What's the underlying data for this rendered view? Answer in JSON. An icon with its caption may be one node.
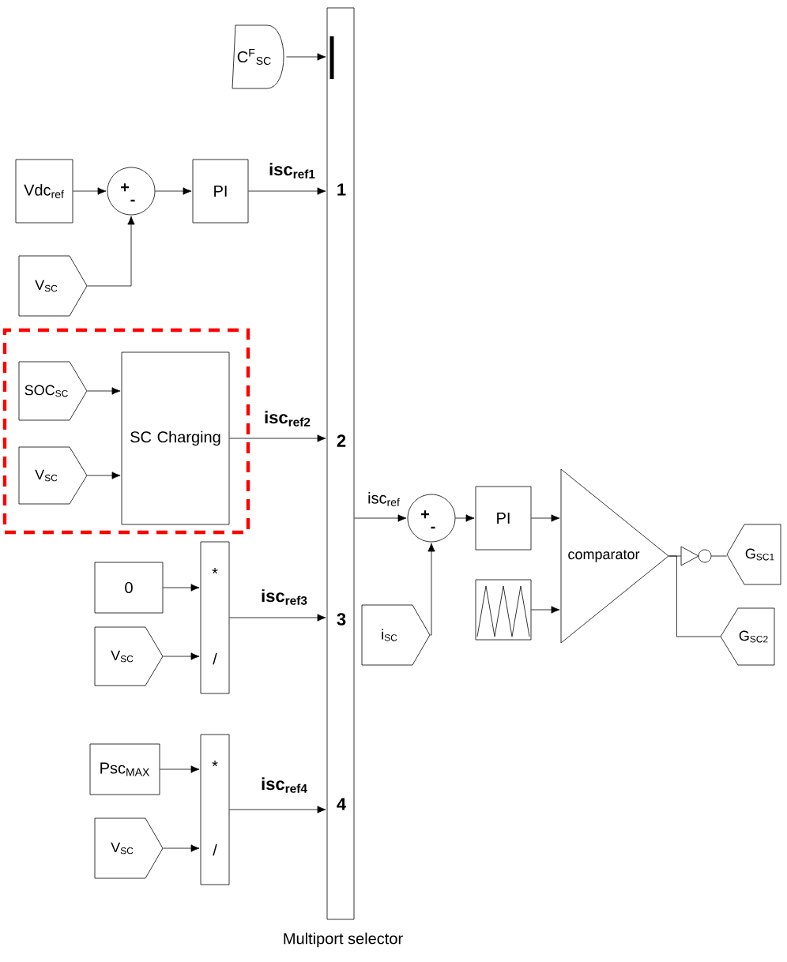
{
  "diagram": {
    "nodes": [
      {
        "text": [
          "1",
          "2",
          "3",
          "4"
        ],
        "beside": [
          "Multiport selector"
        ]
      },
      {
        "text": [
          "C$^{F}$$_{SC}$"
        ]
      },
      {
        "text": [
          "Vdc$_{ref}$"
        ]
      },
      {
        "text": [
          "+",
          "-"
        ]
      },
      {
        "text": [
          "PI"
        ]
      },
      {
        "text": [
          "V$_{SC}$"
        ]
      },
      {
        "text": [],
        "shape": "box"
      },
      {
        "text": [
          "SOC$_{SC}$"
        ],
        "in": 6
      },
      {
        "text": [
          "V$_{SC}$"
        ],
        "in": 6
      },
      {
        "text": [
          "SC Charging"
        ],
        "in": 6
      },
      {
        "text": [
          "0"
        ]
      },
      {
        "text": [
          "*",
          "/"
        ]
      },
      {
        "text": [
          "V$_{SC}$"
        ]
      },
      {
        "text": [
          "Psc$_{MAX}$"
        ]
      },
      {
        "text": [
          "*",
          "/"
        ]
      },
      {
        "text": [
          "V$_{SC}$"
        ]
      },
      {
        "text": [
          "+",
          "-"
        ]
      },
      {
        "text": [
          "PI"
        ]
      },
      {
        "text": [],
        "shape": "box"
      },
      {
        "text": [
          "i$_{SC}$"
        ]
      },
      {
        "text": [
          "comparator"
        ]
      },
      {
        "text": [],
        "shape": "inverter"
      },
      {
        "text": [
          "G$_{SC1}$"
        ]
      },
      {
        "text": [
          "G$_{SC2}$"
        ]
      }
    ],
    "edges": [
      {
        "from": 1,
        "to": 0,
        "arrow": "to"
      },
      {
        "from": 2,
        "to": 3,
        "arrow": "to"
      },
      {
        "from": 5,
        "to": 3,
        "arrow": "to"
      },
      {
        "from": 3,
        "to": 4,
        "arrow": "to"
      },
      {
        "from": 4,
        "to": 0,
        "arrow": "to",
        "label": "isc$_{ref1}$"
      },
      {
        "from": 7,
        "to": 9,
        "arrow": "to"
      },
      {
        "from": 8,
        "to": 9,
        "arrow": "to"
      },
      {
        "from": 9,
        "to": 0,
        "arrow": "to",
        "label": "isc$_{ref2}$"
      },
      {
        "from": 10,
        "to": 11,
        "arrow": "to"
      },
      {
        "from": 12,
        "to": 11,
        "arrow": "to"
      },
      {
        "from": 11,
        "to": 0,
        "arrow": "to",
        "label": "isc$_{ref3}$"
      },
      {
        "from": 13,
        "to": 14,
        "arrow": "to"
      },
      {
        "from": 15,
        "to": 14,
        "arrow": "to"
      },
      {
        "from": 14,
        "to": 0,
        "arrow": "to",
        "label": "isc$_{ref4}$"
      },
      {
        "from": 0,
        "to": 16,
        "arrow": "to",
        "label": "isc$_{ref}$"
      },
      {
        "from": 19,
        "to": 16,
        "arrow": "to"
      },
      {
        "from": 16,
        "to": 17,
        "arrow": "to"
      },
      {
        "from": 17,
        "to": 20,
        "arrow": "to"
      },
      {
        "from": 18,
        "to": 20,
        "arrow": "to"
      },
      {
        "from": 20,
        "to": 21,
        "arrow": "none"
      },
      {
        "from": 21,
        "to": 22,
        "arrow": "none"
      },
      {
        "from": 20,
        "to": 23,
        "arrow": "none"
      }
    ]
  }
}
